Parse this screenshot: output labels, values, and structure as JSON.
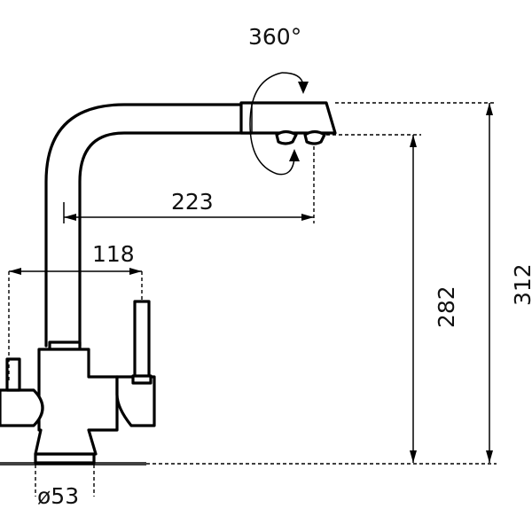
{
  "dimensions": {
    "rotation": "360°",
    "spout_reach": "223",
    "handle_offset": "118",
    "spout_outlet_height": "282",
    "total_height": "312",
    "base_diameter": "ø53"
  },
  "colors": {
    "line": "#000000",
    "background": "#ffffff"
  }
}
